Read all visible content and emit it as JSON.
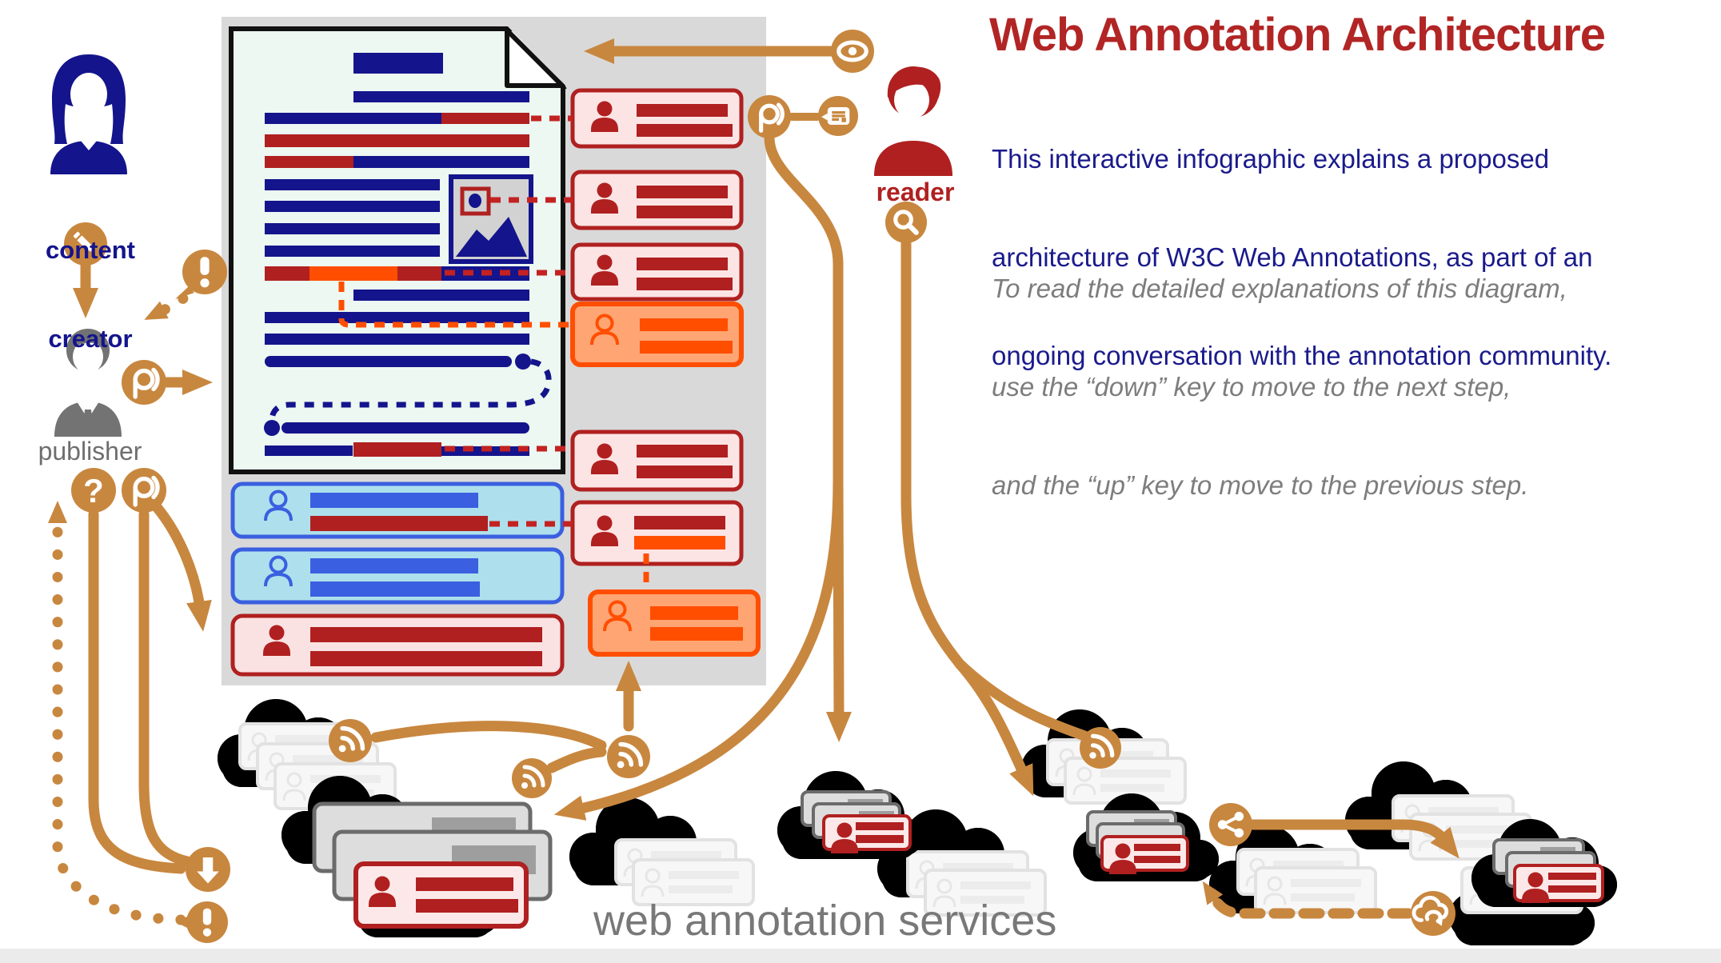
{
  "header": {
    "title": "Web Annotation Architecture",
    "intro_lines": [
      "This interactive infographic explains a proposed",
      "architecture of W3C Web Annotations, as part of an",
      "ongoing conversation with the annotation community."
    ],
    "instruction_lines": [
      "To read the detailed explanations of this diagram,",
      "use the “down” key to move to the next step,",
      "and the “up” key to move to the previous step."
    ]
  },
  "actors": {
    "content_creator": {
      "label_line1": "content",
      "label_line2": "creator"
    },
    "publisher": {
      "label": "publisher"
    },
    "reader": {
      "label": "reader"
    }
  },
  "services": {
    "label": "web annotation services"
  },
  "icons": {
    "question_mark": "?",
    "names": [
      "pencil-icon",
      "alert-icon",
      "annotation-pin-icon",
      "question-icon",
      "download-icon",
      "eye-icon",
      "notes-icon",
      "search-icon",
      "feed-icon",
      "share-icon",
      "cloud-sync-icon"
    ]
  },
  "colors": {
    "accent_orange": "#C8873F",
    "highlight_orange": "#FF4E00",
    "dark_red": "#B02020",
    "navy": "#14148C",
    "blue": "#3A5FE0",
    "title_red": "#B22525"
  }
}
